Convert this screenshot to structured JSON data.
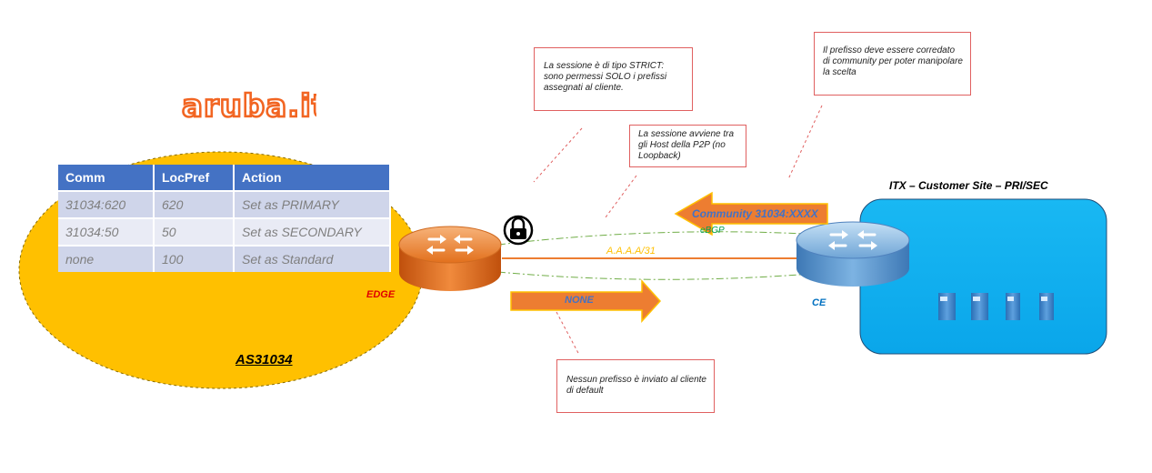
{
  "logo": {
    "text": "aruba.it"
  },
  "table": {
    "headers": [
      "Comm",
      "LocPref",
      "Action"
    ],
    "rows": [
      [
        "31034:620",
        "620",
        "Set as PRIMARY"
      ],
      [
        "31034:50",
        "50",
        "Set as SECONDARY"
      ],
      [
        "none",
        "100",
        "Set as Standard"
      ]
    ]
  },
  "labels": {
    "as": "AS31034",
    "edge": "EDGE",
    "ce": "CE",
    "ebgp": "eBGP",
    "p2p": "A.A.A.A/31",
    "community": "Community 31034:XXXX",
    "none": "NONE",
    "site": "ITX – Customer Site – PRI/SEC"
  },
  "notes": {
    "strict": "La sessione è di tipo STRICT: sono permessi SOLO i prefissi assegnati al cliente.",
    "host": "La sessione avviene tra gli Host della P2P (no Loopback)",
    "community": "Il prefisso deve essere corredato di community per poter manipolare la scelta",
    "default": "Nessun prefisso è inviato al cliente di default"
  },
  "colors": {
    "as_ellipse": "#ffc000",
    "table_header": "#4472c4",
    "site_box": "#00b0f0",
    "arrow": "#ed7d31",
    "link_line": "#ed7d31",
    "ebgp_line": "#70ad47",
    "edge_router": "#e46c0a",
    "ce_router": "#4f81bd",
    "callout": "#e06060"
  },
  "icons": [
    "lock-icon",
    "router-icon",
    "server-icon"
  ]
}
